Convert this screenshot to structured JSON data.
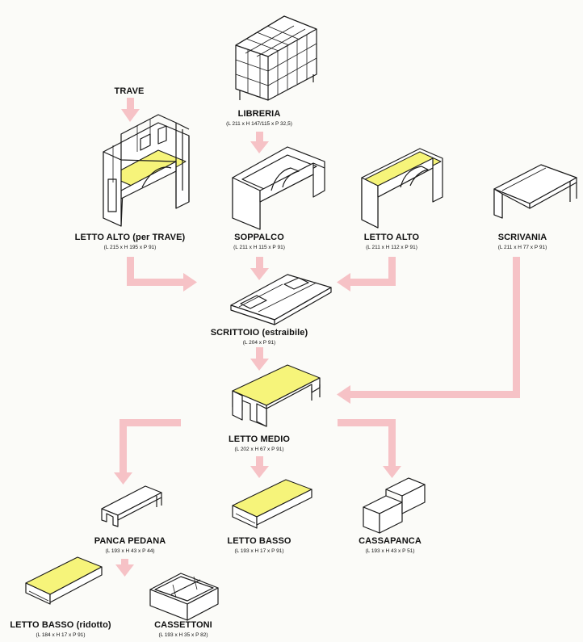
{
  "colors": {
    "arrow": "#f6c2c6",
    "mattress": "#f6f47a",
    "line": "#1a1a1a"
  },
  "top_label": "TRAVE",
  "items": {
    "libreria": {
      "name": "LIBRERIA",
      "dims": "(L 211 x H 147/115 x P 32,5)"
    },
    "letto_alto_trave": {
      "name": "LETTO ALTO (per TRAVE)",
      "dims": "(L 215 x H 195 x P 91)"
    },
    "soppalco": {
      "name": "SOPPALCO",
      "dims": "(L 211 x H 115 x P 91)"
    },
    "letto_alto": {
      "name": "LETTO ALTO",
      "dims": "(L 211 x H 112 x P 91)"
    },
    "scrivania": {
      "name": "SCRIVANIA",
      "dims": "(L 211 x H 77 x P 91)"
    },
    "scrittoio": {
      "name": "SCRITTOIO (estraibile)",
      "dims": "(L 204 x P 91)"
    },
    "letto_medio": {
      "name": "LETTO MEDIO",
      "dims": "(L 202 x H 67 x P 91)"
    },
    "panca_pedana": {
      "name": "PANCA PEDANA",
      "dims": "(L 193 x H 43 x P 44)"
    },
    "letto_basso": {
      "name": "LETTO BASSO",
      "dims": "(L 193 x H 17 x P 91)"
    },
    "cassapanca": {
      "name": "CASSAPANCA",
      "dims": "(L 193 x H 43 x P 51)"
    },
    "letto_basso_ridotto": {
      "name": "LETTO BASSO (ridotto)",
      "dims": "(L 184 x H 17 x P 91)"
    },
    "cassettoni": {
      "name": "CASSETTONI",
      "dims": "(L 193 x H 35 x P 82)"
    }
  }
}
